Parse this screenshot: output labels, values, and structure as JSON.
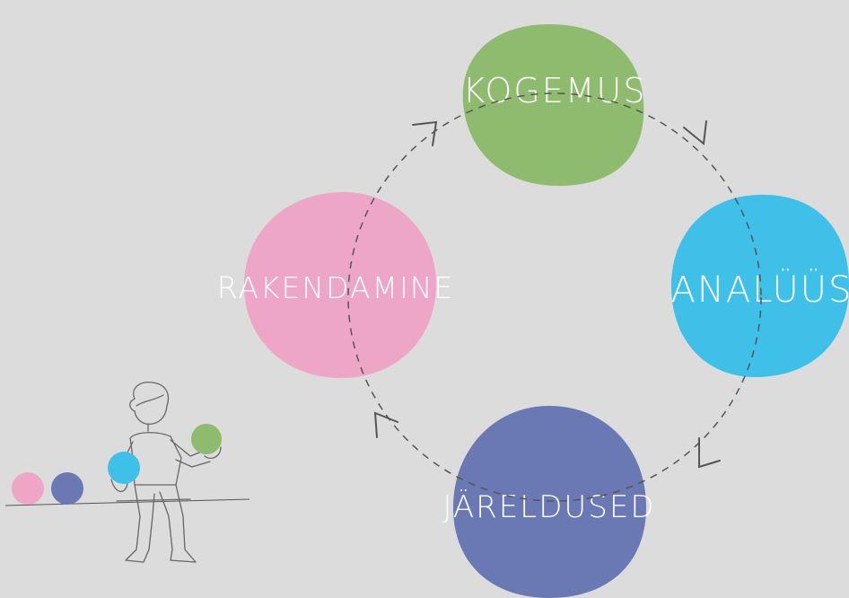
{
  "cycle": {
    "stages": [
      {
        "id": "kogemus",
        "label": "KOGEMUS",
        "color": "#8fbb6f"
      },
      {
        "id": "analuus",
        "label": "ANALÜÜS",
        "color": "#3fc0e8"
      },
      {
        "id": "jareldused",
        "label": "JÄRELDUSED",
        "color": "#6a79b3"
      },
      {
        "id": "rakendamine",
        "label": "RAKENDAMINE",
        "color": "#eea6c6"
      }
    ],
    "connector_color": "#555555"
  },
  "illustration": {
    "ball_colors": [
      "#eea6c6",
      "#6a79b3",
      "#3fc0e8",
      "#8fbb6f"
    ]
  }
}
